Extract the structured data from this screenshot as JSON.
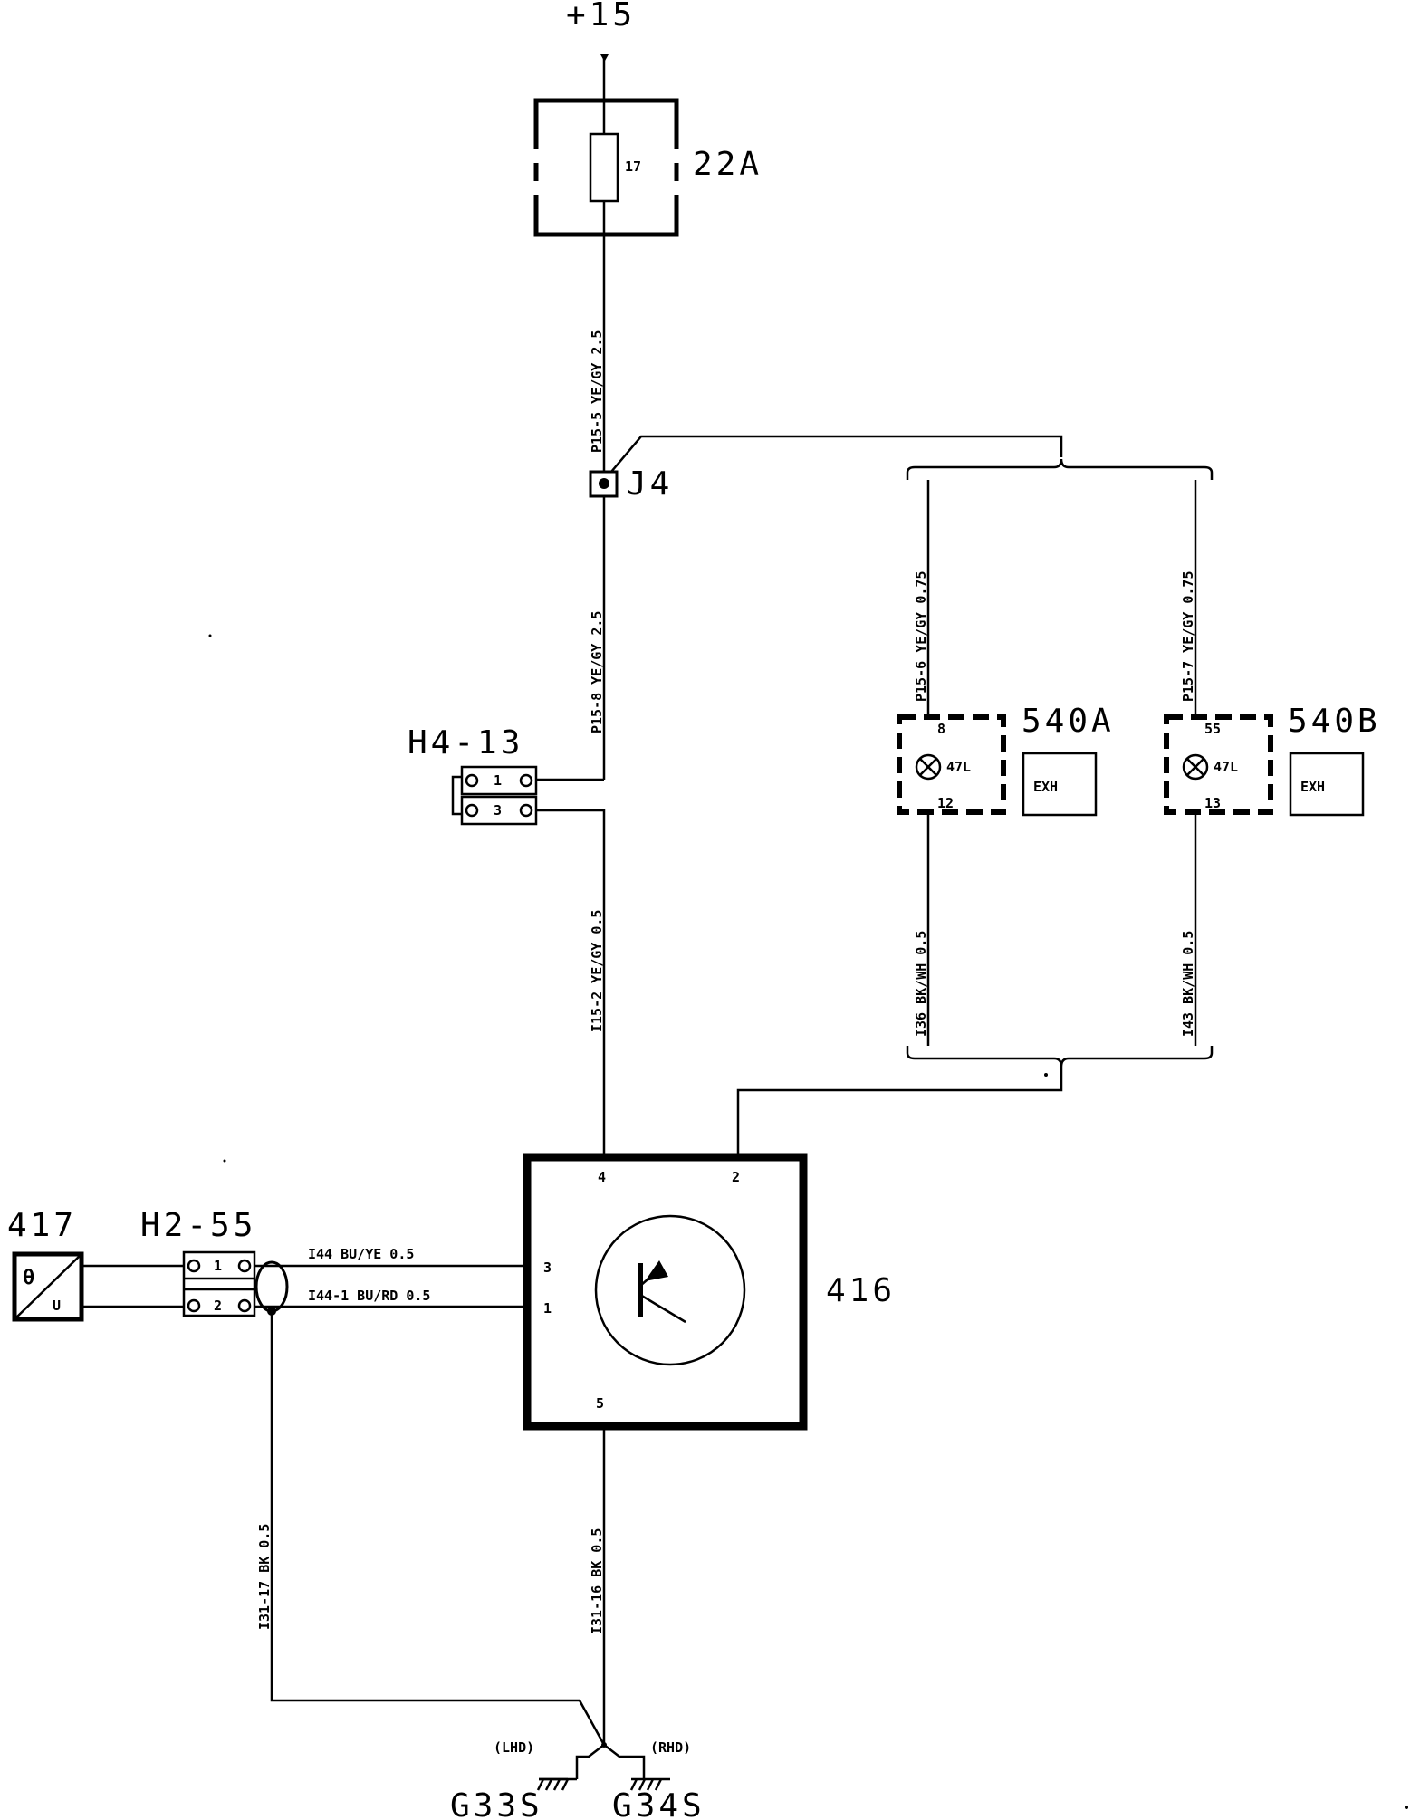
{
  "supply": {
    "label": "+15"
  },
  "fusebox": {
    "label": "22A",
    "fuse_number": "17"
  },
  "junction": {
    "label": "J4"
  },
  "connector_h4": {
    "label": "H4-13",
    "pin_top": "1",
    "pin_bottom": "3"
  },
  "connector_h2": {
    "label": "H2-55",
    "pin_top": "1",
    "pin_bottom": "2"
  },
  "sensor": {
    "label": "417",
    "symbol_top": "θ",
    "symbol_bottom": "U"
  },
  "module": {
    "label": "416",
    "pin4": "4",
    "pin2": "2",
    "pin3": "3",
    "pin1": "1",
    "pin5": "5"
  },
  "lamp_a": {
    "label": "540A",
    "pin_top": "8",
    "pin_bottom": "12",
    "type": "47L",
    "box": "EXH"
  },
  "lamp_b": {
    "label": "540B",
    "pin_top": "55",
    "pin_bottom": "13",
    "type": "47L",
    "box": "EXH"
  },
  "wires": {
    "w_p15_5": "P15-5 YE/GY 2.5",
    "w_p15_8": "P15-8 YE/GY 2.5",
    "w_i15_2": "I15-2 YE/GY 0.5",
    "w_p15_6": "P15-6 YE/GY 0.75",
    "w_p15_7": "P15-7 YE/GY 0.75",
    "w_i36": "I36 BK/WH 0.5",
    "w_i43": "I43 BK/WH 0.5",
    "w_i44": "I44 BU/YE 0.5",
    "w_i44_1": "I44-1 BU/RD 0.5",
    "w_i31_17": "I31-17 BK 0.5",
    "w_i31_16": "I31-16 BK 0.5"
  },
  "ground": {
    "lhd": "(LHD)",
    "rhd": "(RHD)",
    "g33s": "G33S",
    "g34s": "G34S"
  }
}
